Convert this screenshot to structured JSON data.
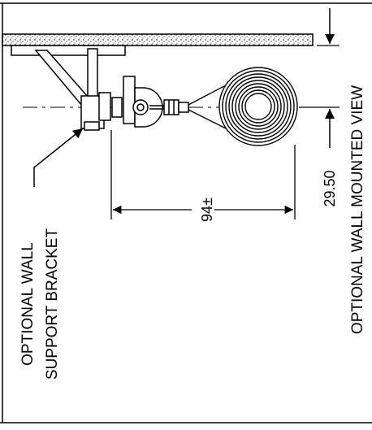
{
  "drawing": {
    "view_title": "OPTIONAL WALL MOUNTED VIEW",
    "bracket_label_line1": "OPTIONAL WALL",
    "bracket_label_line2": "SUPPORT BRACKET",
    "dim_width": "94±",
    "dim_offset": "29.50"
  },
  "colors": {
    "line": "#000000",
    "background": "#ffffff"
  }
}
